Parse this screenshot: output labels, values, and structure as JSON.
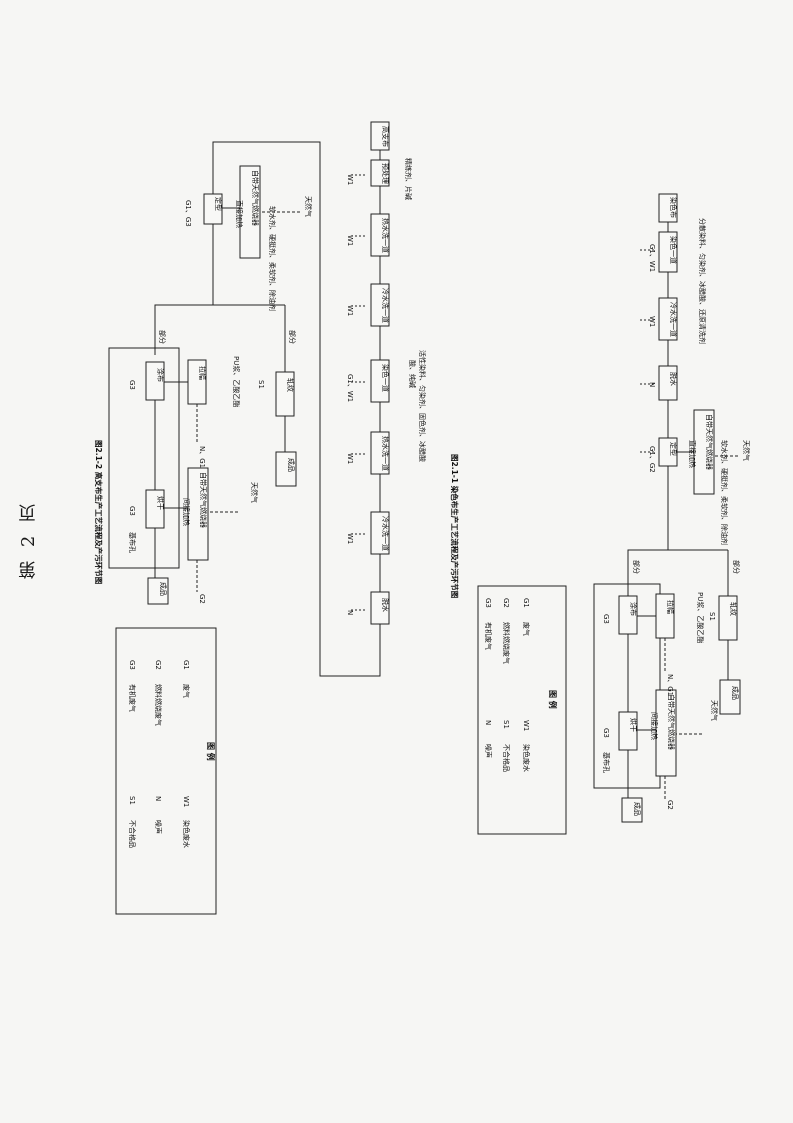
{
  "page": {
    "number_label": "第 2 页"
  },
  "diagram1": {
    "caption": "图2.1-2  高支布生产工艺流程及产污环节图",
    "nodes": {
      "raw": "高支布",
      "pretreat": "预处理",
      "wash1": "热水洗一道",
      "cold_wash": "冷水洗一道",
      "dye": "染色一道",
      "hot_wash2": "热水洗一道",
      "cold_wash2": "冷水洗一道",
      "dewater": "脱水",
      "shape": "定型",
      "coat": "涂布",
      "dry_left": "拉幅",
      "bake": "烘干",
      "emboss": "轧纹",
      "product1": "成品",
      "product2": "成品",
      "burner": "自带天然气燃烧器",
      "burner2": "自带天然气燃烧器"
    },
    "labels": {
      "chem1": "精练剂、片碱",
      "chem_dye": "活性染料、匀染剂、固色剂、冰醋酸",
      "chem_dye2": "酸、纯碱",
      "natural_gas": "天然气",
      "natural_gas2": "天然气",
      "pu": "PU浆、乙酸乙酯",
      "part1": "部分",
      "part2": "部分",
      "heat_in": "直接加热",
      "heat_in2": "间接加热",
      "pretreat_agents": "软水剂、硬挺剂、柔软剂、除油剂",
      "g1g3": "G1、G3",
      "g1w1": "G1、W1",
      "w1": "W1",
      "n": "N",
      "s1": "S1",
      "g3": "G3",
      "n_g1": "N、G1",
      "g2": "G2",
      "base_cloth": "基布孔"
    },
    "legend": {
      "title": "图 例",
      "items": [
        {
          "code": "W1",
          "text": "染色废水"
        },
        {
          "code": "G1",
          "text": "废气"
        },
        {
          "code": "N",
          "text": "噪声"
        },
        {
          "code": "G2",
          "text": "燃料燃烧废气"
        },
        {
          "code": "S1",
          "text": "不合格品"
        },
        {
          "code": "G3",
          "text": "有机废气"
        }
      ]
    }
  },
  "diagram2": {
    "caption": "图2.1-1  染色布生产工艺流程及产污环节图",
    "nodes": {
      "raw": "染色布",
      "dye": "染色一道",
      "cold_wash": "冷水洗一道",
      "dewater": "脱水",
      "shape": "定型",
      "coat": "涂布",
      "dry_left": "拉幅",
      "bake": "烘干",
      "emboss": "轧纹",
      "product1": "成品",
      "product2": "成品",
      "burner": "自带天然气燃烧器",
      "burner2": "自带天然气燃烧器"
    },
    "labels": {
      "chem_dye": "分散染料、匀染剂、冰醋酸、还原清洗剂",
      "natural_gas": "天然气",
      "natural_gas2": "天然气",
      "pu": "PU浆、乙酸乙酯",
      "part1": "部分",
      "part2": "部分",
      "heat_in": "直接加热",
      "heat_in2": "间接加热",
      "pretreat_agents": "软水剂、硬挺剂、柔软剂、除油剂",
      "g1w1": "G1、W1",
      "w1": "W1",
      "n": "N",
      "g1g2": "G1、G2",
      "s1": "S1",
      "g3": "G3",
      "n_g1": "N、G1",
      "g2": "G2",
      "base_cloth": "基布孔"
    },
    "legend": {
      "title": "图 例",
      "items": [
        {
          "code": "G1",
          "text": "废气"
        },
        {
          "code": "W1",
          "text": "染色废水"
        },
        {
          "code": "G2",
          "text": "燃料燃烧废气"
        },
        {
          "code": "S1",
          "text": "不合格品"
        },
        {
          "code": "G3",
          "text": "有机废气"
        },
        {
          "code": "N",
          "text": "噪声"
        }
      ]
    }
  }
}
